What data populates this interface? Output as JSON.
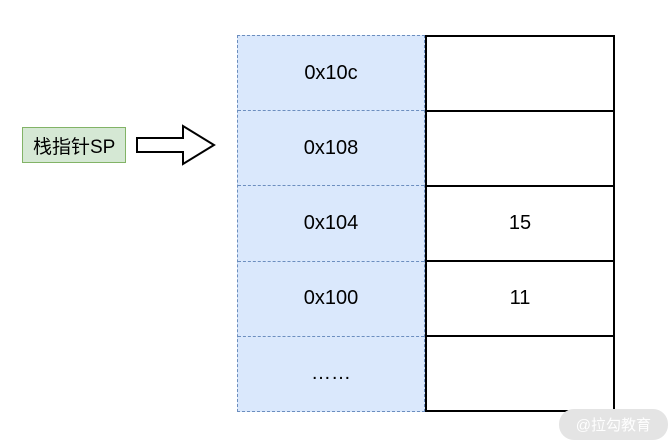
{
  "diagram": {
    "pointer_label": "栈指针SP",
    "memory": {
      "rows": [
        {
          "address": "0x10c",
          "value": ""
        },
        {
          "address": "0x108",
          "value": ""
        },
        {
          "address": "0x104",
          "value": "15"
        },
        {
          "address": "0x100",
          "value": "11"
        },
        {
          "address": "……",
          "value": ""
        }
      ]
    },
    "colors": {
      "label_fill": "#d5e8d4",
      "label_border": "#82b366",
      "address_fill": "#dae8fc",
      "address_border": "#6c8ebf",
      "value_border": "#000000"
    },
    "watermark": "@拉勾教育"
  }
}
